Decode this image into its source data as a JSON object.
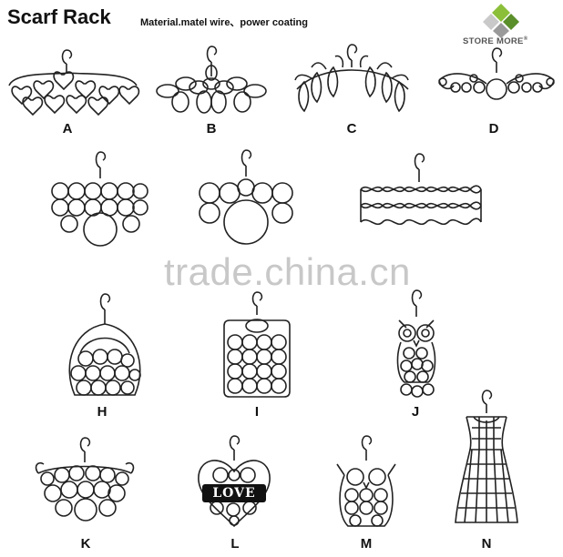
{
  "header": {
    "title": "Scarf Rack",
    "material": "Material.matel wire、power coating"
  },
  "brand": {
    "name": "STORE MORE",
    "mark": "®",
    "logo_icon": "four-diamond-logo-icon",
    "logo_colors": [
      "#8bbf3a",
      "#5b8f2a",
      "#9a9a9a",
      "#c9c9c9"
    ]
  },
  "watermark": "trade.china.cn",
  "labels": {
    "A": "A",
    "B": "B",
    "C": "C",
    "D": "D",
    "H": "H",
    "I": "I",
    "J": "J",
    "K": "K",
    "L": "L",
    "M": "M",
    "N": "N"
  },
  "love_sign": "LOVE",
  "colors": {
    "wire": "#222222",
    "accent_beads": "#cc2222",
    "owl_eyes": "#2a3f9a"
  }
}
